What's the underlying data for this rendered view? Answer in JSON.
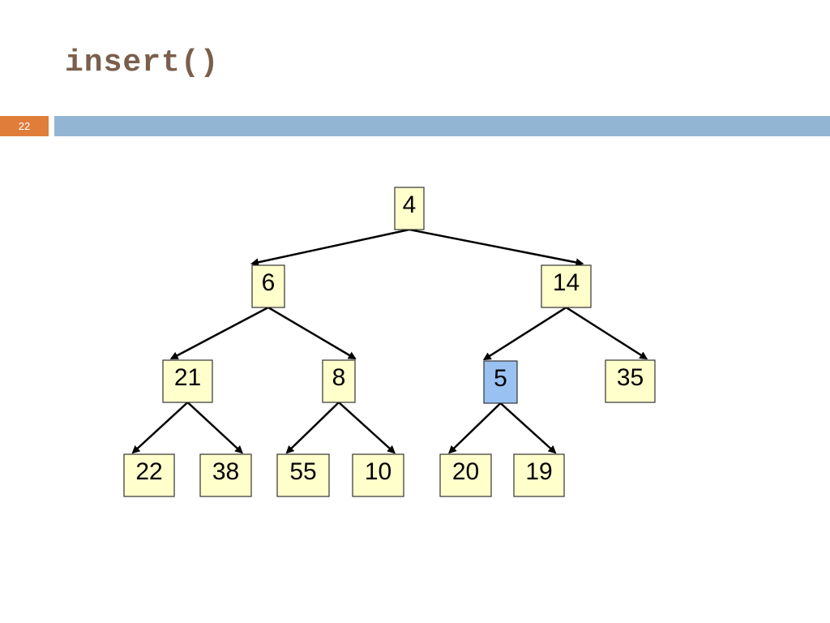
{
  "slide": {
    "title": "insert()",
    "page_number": "22"
  },
  "colors": {
    "node_fill": "#ffffcc",
    "highlight_fill": "#99c2f2",
    "title_color": "#7a5f4c",
    "page_badge": "#e07d3a",
    "title_bar": "#93b5d4"
  },
  "heap": {
    "nodes": [
      {
        "id": "n0",
        "value": "4",
        "highlighted": false
      },
      {
        "id": "n1",
        "value": "6",
        "highlighted": false
      },
      {
        "id": "n2",
        "value": "14",
        "highlighted": false
      },
      {
        "id": "n3",
        "value": "21",
        "highlighted": false
      },
      {
        "id": "n4",
        "value": "8",
        "highlighted": false
      },
      {
        "id": "n5",
        "value": "5",
        "highlighted": true
      },
      {
        "id": "n6",
        "value": "35",
        "highlighted": false
      },
      {
        "id": "n7",
        "value": "22",
        "highlighted": false
      },
      {
        "id": "n8",
        "value": "38",
        "highlighted": false
      },
      {
        "id": "n9",
        "value": "55",
        "highlighted": false
      },
      {
        "id": "n10",
        "value": "10",
        "highlighted": false
      },
      {
        "id": "n11",
        "value": "20",
        "highlighted": false
      },
      {
        "id": "n12",
        "value": "19",
        "highlighted": false
      }
    ],
    "edges": [
      [
        "n0",
        "n1"
      ],
      [
        "n0",
        "n2"
      ],
      [
        "n1",
        "n3"
      ],
      [
        "n1",
        "n4"
      ],
      [
        "n2",
        "n5"
      ],
      [
        "n2",
        "n6"
      ],
      [
        "n3",
        "n7"
      ],
      [
        "n3",
        "n8"
      ],
      [
        "n4",
        "n9"
      ],
      [
        "n4",
        "n10"
      ],
      [
        "n5",
        "n11"
      ],
      [
        "n5",
        "n12"
      ]
    ]
  }
}
